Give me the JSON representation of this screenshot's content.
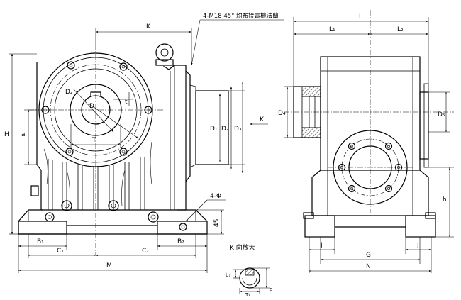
{
  "front_view": {
    "dims": {
      "K": "K",
      "H": "H",
      "a": "a",
      "B1": "B₁",
      "C1": "C₁",
      "C2": "C₂",
      "B2": "B₂",
      "M": "M",
      "D": "D",
      "D2": "D₂",
      "T": "T",
      "t": "t",
      "D1": "D₁",
      "Dz": "D₂",
      "D3": "D₃",
      "dim_45": "45",
      "holes": "4-Φ"
    },
    "flange_note": "4-M18  45°  均布接電機法蘭",
    "view_arrow": "K"
  },
  "side_view": {
    "dims": {
      "L": "L",
      "L1": "L₁",
      "L2": "L₂",
      "D4": "D₄",
      "D5": "D₅",
      "h": "h",
      "J_left": "J",
      "J_right": "J",
      "G": "G",
      "N": "N"
    }
  },
  "detail_view": {
    "title": "K  向放大",
    "dims": {
      "b1": "b₁",
      "T1": "T₁",
      "d": "d"
    }
  }
}
